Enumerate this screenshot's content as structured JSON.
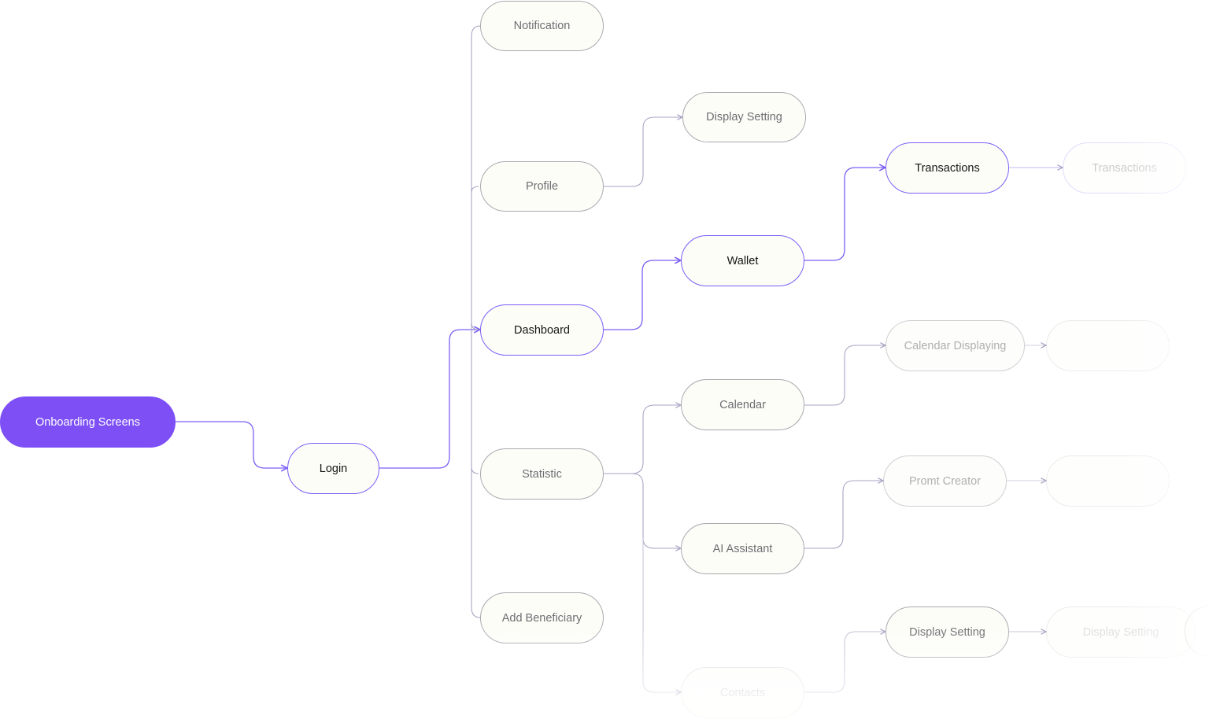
{
  "colors": {
    "accent": "#7d4ff5",
    "line_highlight": "#7c5ef5",
    "line_default": "#a9a6c4",
    "node_border": "#aaa9b0",
    "node_bg": "#fdfdf8"
  },
  "nodes": {
    "onboarding": "Onboarding Screens",
    "login": "Login",
    "notification": "Notification",
    "profile": "Profile",
    "dashboard": "Dashboard",
    "statistic": "Statistic",
    "add_beneficiary": "Add Beneficiary",
    "display_setting_profile": "Display Setting",
    "wallet": "Wallet",
    "transactions": "Transactions",
    "transactions_next": "Transactions",
    "calendar": "Calendar",
    "calendar_displaying": "Calendar Displaying",
    "calendar_next": "",
    "ai_assistant": "AI Assistant",
    "promt_creator": "Promt Creator",
    "promt_next": "",
    "contacts": "Contacts",
    "display_setting_contacts": "Display Setting",
    "display_setting_next": "Display Setting"
  }
}
